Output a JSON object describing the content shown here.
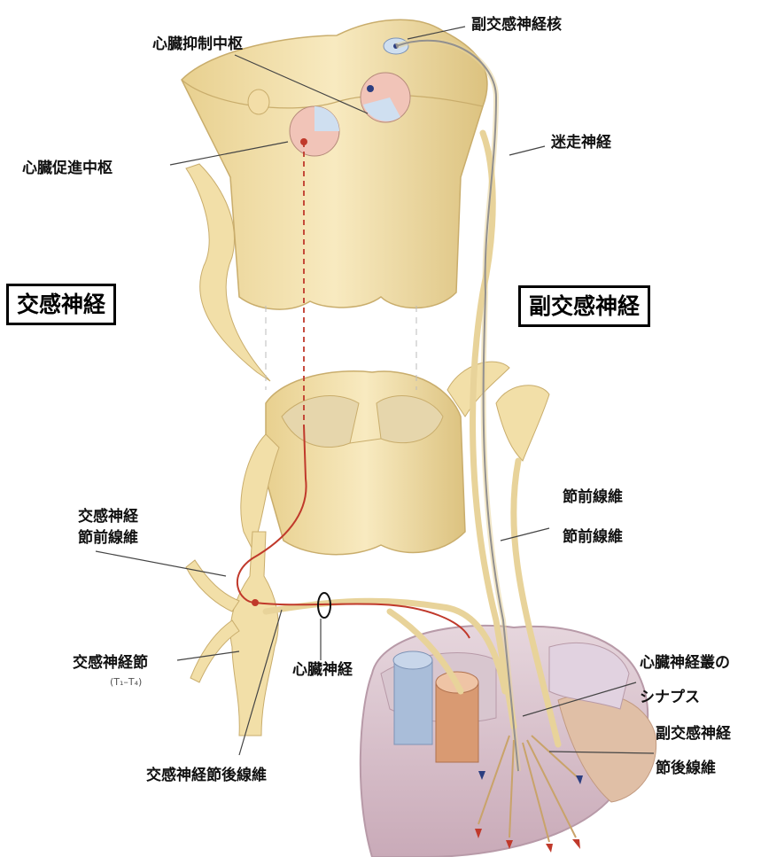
{
  "labels": {
    "cardiac_inhibitory_center": "心臓抑制中枢",
    "parasympathetic_nucleus": "副交感神経核",
    "vagus_nerve": "迷走神経",
    "cardiac_accelerator_center": "心臓促進中枢",
    "sympathetic_preganglionic_line1": "交感神経",
    "sympathetic_preganglionic_line2": "節前線維",
    "preganglionic_fiber_a": "節前線維",
    "preganglionic_fiber_b": "節前線維",
    "sympathetic_ganglion": "交感神経節",
    "ganglion_levels": "(T₁–T₄)",
    "cardiac_nerve": "心臓神経",
    "cardiac_plexus_line1": "心臓神経叢の",
    "cardiac_plexus_line2": "シナプス",
    "parasympathetic_postganglionic_line1": "副交感神経",
    "parasympathetic_postganglionic_line2": "節後線維",
    "sympathetic_postganglionic": "交感神経節後線維"
  },
  "boxed_titles": {
    "sympathetic": "交感神経",
    "parasympathetic": "副交感神経"
  },
  "colors": {
    "tissue": "#f6e6b4",
    "tissue_shadow": "#d9c07e",
    "sympathetic_fiber": "#c0392b",
    "parasympathetic_fiber": "#2c3e80",
    "heart": "#d9c3cc",
    "vein": "#9fb4d4",
    "artery": "#d98b5f"
  }
}
